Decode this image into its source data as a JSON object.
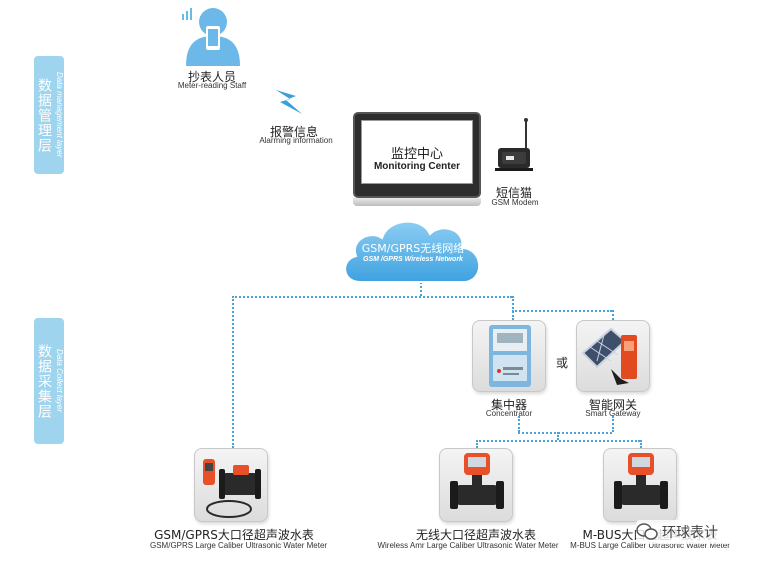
{
  "layers": {
    "management": {
      "zh": "数据管理层",
      "en": "Data management layer"
    },
    "collect": {
      "zh": "数据采集层",
      "en": "Data Collect layer"
    }
  },
  "nodes": {
    "staff": {
      "zh": "抄表人员",
      "en": "Meter-reading Staff"
    },
    "alarm": {
      "zh": "报警信息",
      "en": "Alarming information"
    },
    "center": {
      "zh": "监控中心",
      "en": "Monitoring Center"
    },
    "modem": {
      "zh": "短信猫",
      "en": "GSM Modem"
    },
    "network": {
      "zh": "GSM/GPRS无线网络",
      "en": "GSM /GPRS Wireless Network"
    },
    "concentrator": {
      "zh": "集中器",
      "en": "Concentrator"
    },
    "or_text": "或",
    "gateway": {
      "zh": "智能网关",
      "en": "Smart Gateway"
    },
    "meter_gprs": {
      "zh": "GSM/GPRS大口径超声波水表",
      "en": "GSM/GPRS Large Caliber Ultrasonic Water Meter"
    },
    "meter_wireless": {
      "zh": "无线大口径超声波水表",
      "en": "Wireless Amr Large Caliber Ultrasonic Water Meter"
    },
    "meter_mbus": {
      "zh": "M-BUS大口径超声波水表",
      "en": "M-BUS Large Caliber Ultrasonic Water Meter"
    }
  },
  "watermark": "环球表计",
  "colors": {
    "layer_bar": "#9fd4ee",
    "connector": "#4aa3d6",
    "cloud": "#5bb4e8",
    "person": "#6cb8e8",
    "alarm": "#3aa0dc",
    "meter_orange": "#e8502a"
  }
}
